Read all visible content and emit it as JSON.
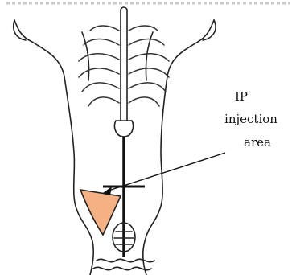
{
  "label": {
    "line1": "IP",
    "line2": "injection",
    "line3": "area"
  },
  "colors": {
    "injection_area_fill": "#f4b183",
    "outline": "#222222"
  }
}
